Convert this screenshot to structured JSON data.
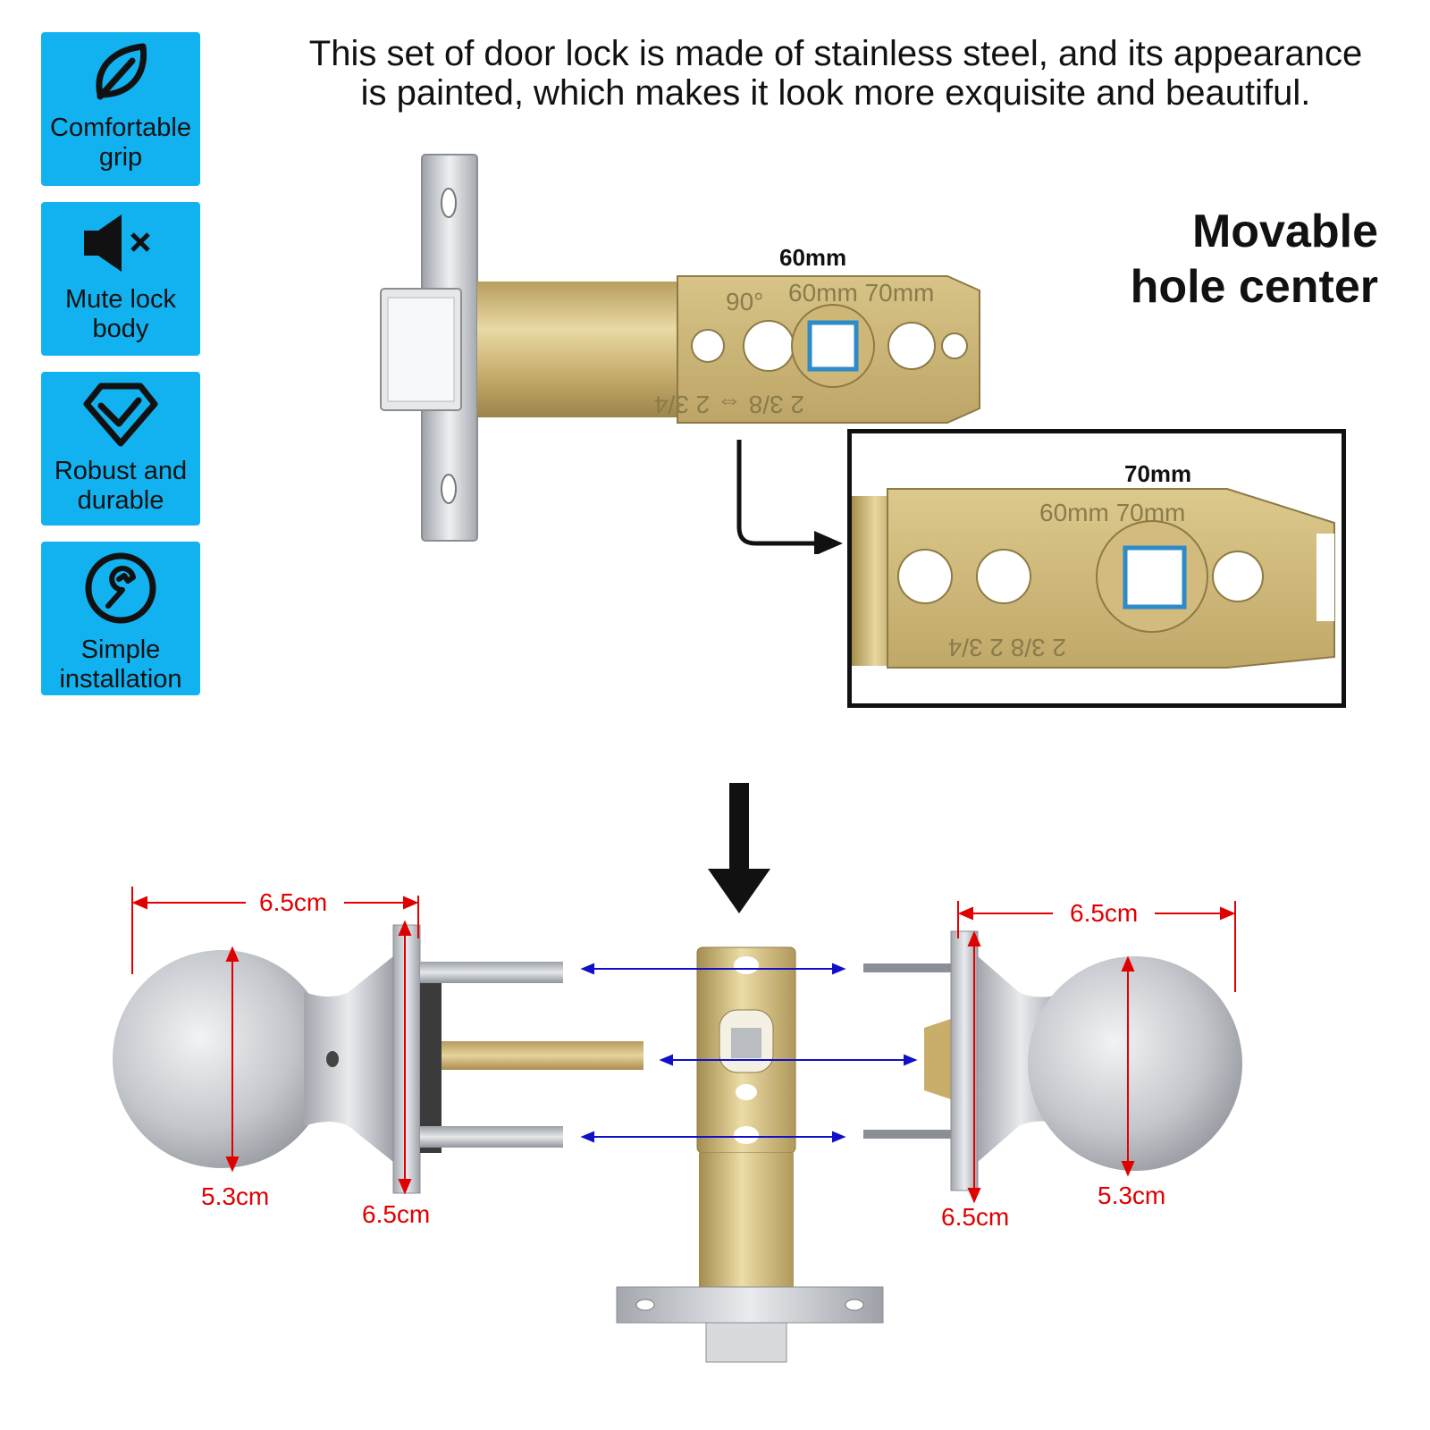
{
  "description": {
    "line1": "This set of door lock is made of stainless steel, and its appearance",
    "line2": "is painted, which makes it look more exquisite and beautiful."
  },
  "features": [
    {
      "line1": "Comfortable",
      "line2": "grip",
      "icon": "leaf-icon"
    },
    {
      "line1": "Mute lock",
      "line2": "body",
      "icon": "speaker-mute-icon"
    },
    {
      "line1": "Robust and",
      "line2": "durable",
      "icon": "diamond-icon"
    },
    {
      "line1": "Simple",
      "line2": "installation",
      "icon": "wrench-circle-icon"
    }
  ],
  "callout": {
    "line1": "Movable",
    "line2": "hole center"
  },
  "latch": {
    "label_60": "60mm",
    "label_70": "70mm",
    "stamp_mm": "60mm  70mm",
    "stamp_in_60": "2 3/8 ⇔ 2 3/4",
    "stamp_in_70": "2 3/8      2 3/4",
    "stamp_angle": "90°"
  },
  "dimensions": {
    "left_knob_width": "6.5cm",
    "left_knob_diameter": "5.3cm",
    "left_rose_diameter": "6.5cm",
    "right_knob_width": "6.5cm",
    "right_knob_diameter": "5.3cm",
    "right_rose_diameter": "6.5cm"
  },
  "colors": {
    "badge": "#11b2ef",
    "dimension_red": "#e00000",
    "alignment_blue": "#1010c8",
    "brass": "#c8b070",
    "steel": "#c9ccd1"
  }
}
